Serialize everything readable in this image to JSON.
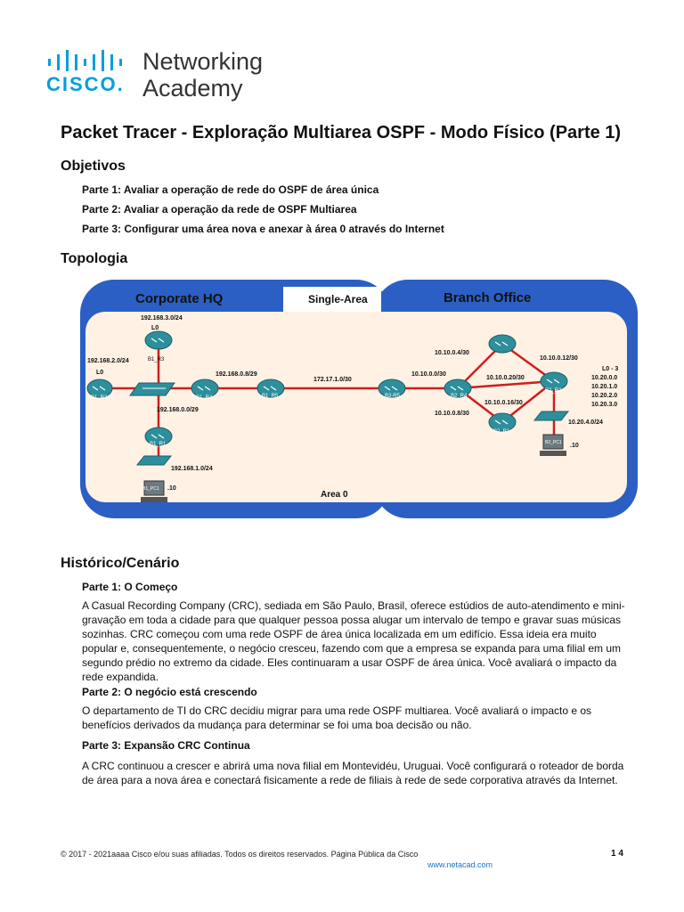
{
  "logo": {
    "brand": "CISCO.",
    "line1": "Networking",
    "line2": "Academy"
  },
  "title": "Packet Tracer - Exploração Multiarea OSPF - Modo Físico (Parte 1)",
  "objectives": {
    "heading": "Objetivos",
    "items": [
      "Parte 1: Avaliar a operação de rede do OSPF de área única",
      "Parte 2: Avaliar a operação da rede de OSPF Multiarea",
      "Parte 3: Configurar uma área nova e anexar à área 0 através do Internet"
    ]
  },
  "topology": {
    "heading": "Topologia",
    "corporate_hq": "Corporate HQ",
    "single_area": "Single-Area",
    "branch_office": "Branch Office",
    "area": "Area 0",
    "labels": {
      "n1": "192.168.3.0/24",
      "l0a": "L0",
      "b1r3": "B1_R3",
      "n2": "192.168.2.0/24",
      "l0b": "L0",
      "b1r2": "B1_R2",
      "b1r4": "B1_R4",
      "n3": "192.168.0.8/29",
      "b1r5": "B1_R5",
      "n4": "172.17.1.0/30",
      "n5": "192.168.0.0/29",
      "b1r1": "B1_R1",
      "n6": "192.168.1.0/24",
      "b1pc1": "B1_PC1",
      "dot10a": ".10",
      "b2r5": "B2-R5",
      "b2r4": "B2_R4",
      "b2r3": "B2_R3",
      "b2r2": "B2_R2",
      "b2r1": "B2_R1",
      "b2pc1": "B2_PC1",
      "n7": "10.10.0.4/30",
      "n8": "10.10.0.0/30",
      "n9": "10.10.0.8/30",
      "n10": "10.10.0.20/30",
      "n11": "10.10.0.16/30",
      "n12": "10.10.0.12/30",
      "lo3": "L0 - 3",
      "lo3a": "10.20.0.0",
      "lo3b": "10.20.1.0",
      "lo3c": "10.20.2.0",
      "lo3d": "10.20.3.0",
      "n13": "10.20.4.0/24",
      "dot10b": ".10"
    }
  },
  "background": {
    "heading": "Histórico/Cenário",
    "sections": [
      {
        "title": "Parte 1: O Começo",
        "text": "A Casual Recording Company (CRC), sediada em São Paulo, Brasil, oferece estúdios de auto-atendimento e mini-gravação em toda a cidade para que qualquer pessoa possa alugar um intervalo de tempo e gravar suas músicas sozinhas. CRC começou com uma rede OSPF de área única localizada em um edifício. Essa ideia era muito popular e, consequentemente, o negócio cresceu, fazendo com que a empresa se expanda para uma filial em um segundo prédio no extremo da cidade. Eles continuaram a usar OSPF de área única. Você avaliará o impacto da rede expandida."
      },
      {
        "title": "Parte 2: O negócio está crescendo",
        "text": "O departamento de TI do CRC decidiu migrar para uma rede OSPF multiarea. Você avaliará o impacto e os benefícios derivados da mudança para determinar se foi uma boa decisão ou não."
      },
      {
        "title": "Parte 3: Expansão CRC Continua",
        "text": "A CRC continuou a crescer e abrirá uma nova filial em Montevidéu, Uruguai. Você configurará o roteador de borda de área para a nova área e conectará fisicamente a rede de filiais à rede de sede corporativa através da Internet."
      }
    ]
  },
  "footer": {
    "copyright": "© 2017 - 2021aaaa Cisco e/ou suas afiliadas. Todos os direitos reservados. Página Pública da Cisco",
    "page": "1 4",
    "url": "www.netacad.com"
  },
  "colors": {
    "brand_blue": "#049fd9",
    "topology_blue": "#2b5fc4",
    "area_fill": "#fff1e4",
    "link_red": "#cc1f1f",
    "router_teal": "#2e8f9c"
  }
}
